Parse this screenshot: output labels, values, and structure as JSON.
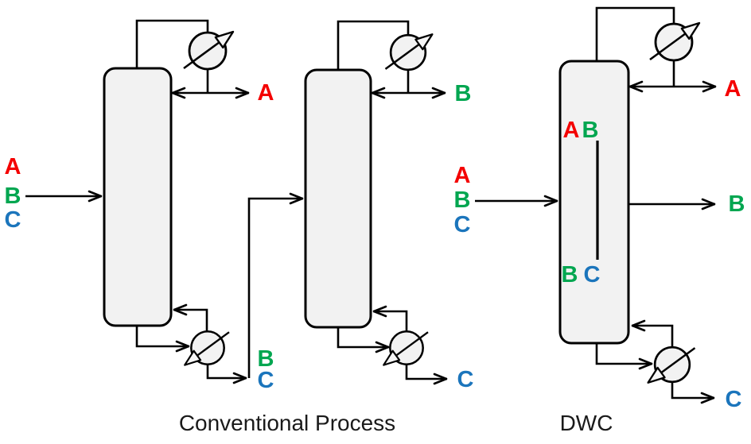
{
  "diagram": {
    "captions": {
      "conventional": "Conventional Process",
      "dwc": "DWC"
    },
    "colors": {
      "component_a": "#f40000",
      "component_b": "#00a650",
      "component_c": "#1b75bc",
      "line": "#000000",
      "vessel_fill": "#f2f2f2"
    },
    "conventional": {
      "feed": [
        "A",
        "B",
        "C"
      ],
      "column1_distillate": "A",
      "column1_bottoms": [
        "B",
        "C"
      ],
      "column2_distillate": "B",
      "column2_bottoms": "C"
    },
    "dwc": {
      "feed": [
        "A",
        "B",
        "C"
      ],
      "distillate": "A",
      "side_product": "B",
      "bottoms": "C",
      "wall_top_section": [
        "A",
        "B"
      ],
      "wall_bottom_section": [
        "B",
        "C"
      ]
    }
  }
}
